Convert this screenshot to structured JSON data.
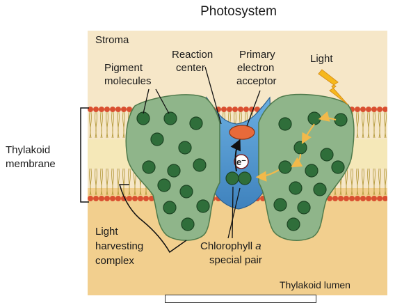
{
  "title": "Photosystem",
  "labels": {
    "stroma": "Stroma",
    "reaction_center_1": "Reaction",
    "reaction_center_2": "center",
    "primary_1": "Primary",
    "primary_2": "electron",
    "primary_3": "acceptor",
    "pigment_1": "Pigment",
    "pigment_2": "molecules",
    "light": "Light",
    "thylakoid_1": "Thylakoid",
    "thylakoid_2": "membrane",
    "lhc_1": "Light",
    "lhc_2": "harvesting",
    "lhc_3": "complex",
    "chloro_1": "Chlorophyll ",
    "chloro_italic": "a",
    "chloro_2": "special pair",
    "lumen": "Thylakoid lumen",
    "electron": "e⁻"
  },
  "colors": {
    "stroma_bg": "#f6e7c8",
    "lumen_bg": "#f2cf8e",
    "complex_fill": "#8fb58a",
    "pigment_fill": "#2f6e3a",
    "reaction_center_fill": "#5b9fd3",
    "acceptor_fill": "#e86a3a",
    "lipid_head": "#d94f30",
    "light_bolt": "#f6b81c",
    "energy_arrow": "#f2b94a"
  }
}
